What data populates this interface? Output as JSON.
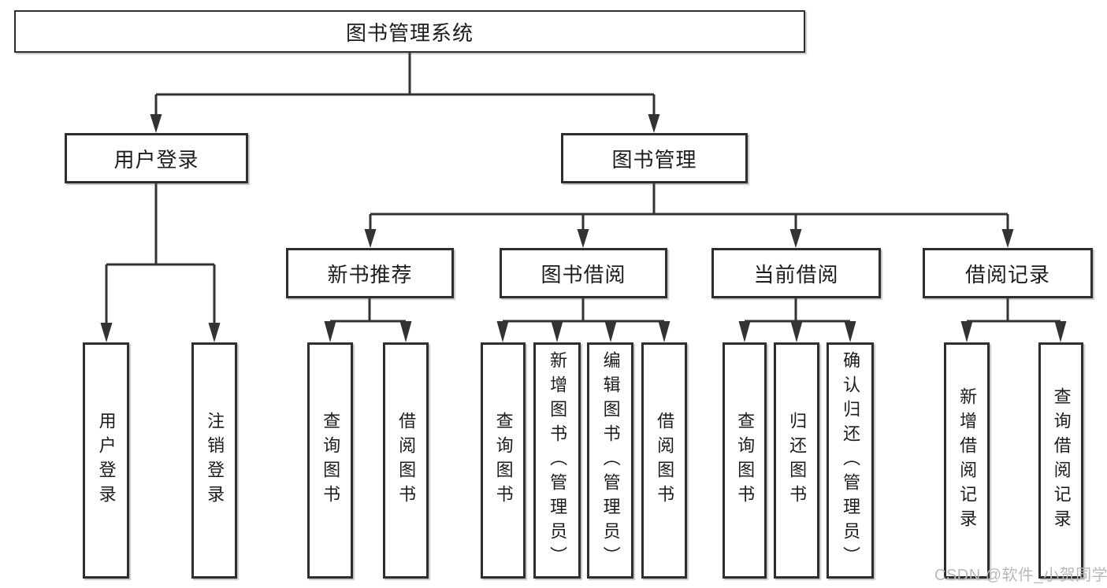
{
  "diagram": {
    "tree": {
      "label": "图书管理系统",
      "children": [
        {
          "label": "用户登录",
          "children": [
            {
              "label": "用户登录"
            },
            {
              "label": "注销登录"
            }
          ]
        },
        {
          "label": "图书管理",
          "children": [
            {
              "label": "新书推荐",
              "children": [
                {
                  "label": "查询图书"
                },
                {
                  "label": "借阅图书"
                }
              ]
            },
            {
              "label": "图书借阅",
              "children": [
                {
                  "label": "查询图书"
                },
                {
                  "label": "新增图书（管理员）"
                },
                {
                  "label": "编辑图书（管理员）"
                },
                {
                  "label": "借阅图书"
                }
              ]
            },
            {
              "label": "当前借阅",
              "children": [
                {
                  "label": "查询图书"
                },
                {
                  "label": "归还图书"
                },
                {
                  "label": "确认归还（管理员）"
                }
              ]
            },
            {
              "label": "借阅记录",
              "children": [
                {
                  "label": "新增借阅记录"
                },
                {
                  "label": "查询借阅记录"
                }
              ]
            }
          ]
        }
      ]
    },
    "colors": {
      "line": "#333333",
      "box_border": "#2e2e2e",
      "text": "#1c1c1c",
      "background": "#ffffff",
      "watermark": "#b9b9b9"
    }
  },
  "watermark": {
    "text": "CSDN @软件_小贺同学"
  }
}
